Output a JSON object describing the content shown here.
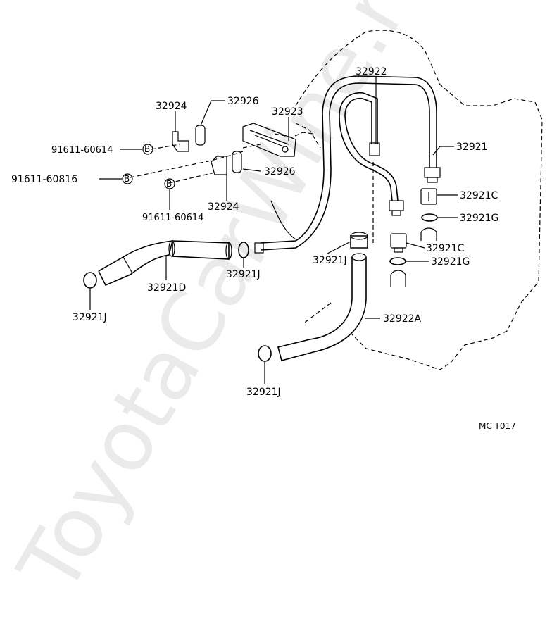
{
  "watermark": "ToyotaCarWine.ru",
  "diagram_code": "MC  T017",
  "labels": {
    "p32922": "32922",
    "p32924_top": "32924",
    "p32926_top": "32926",
    "p32923": "32923",
    "p32921": "32921",
    "p91611_60614_top": "91611-60614",
    "p91611_60816": "91611-60816",
    "p32926_mid": "32926",
    "p32921C_top": "32921C",
    "p32921G_top": "32921G",
    "p32924_bot": "32924",
    "p91611_60614_bot": "91611-60614",
    "p32921C_bot": "32921C",
    "p32921J_center": "32921J",
    "p32921G_bot": "32921G",
    "p32921J_mid": "32921J",
    "p32921D": "32921D",
    "p32921J_left": "32921J",
    "p32922A": "32922A",
    "p32921J_bottom": "32921J"
  },
  "bolt_symbol": "B"
}
